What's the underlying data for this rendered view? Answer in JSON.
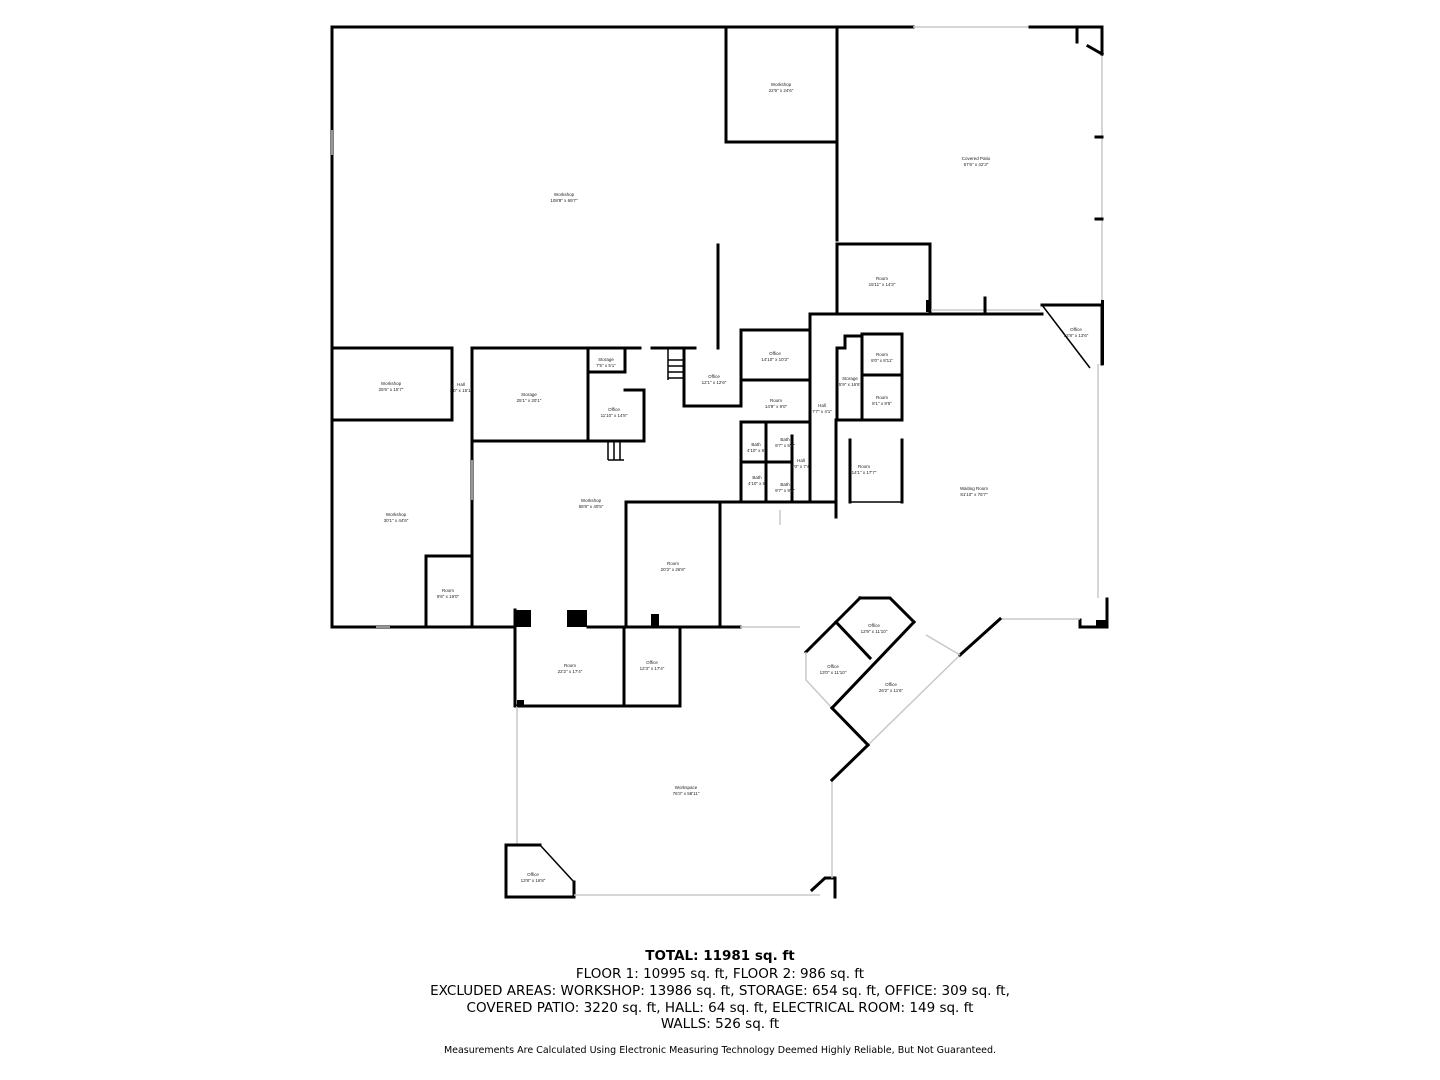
{
  "rooms": [
    {
      "name": "Workshop",
      "dims": "22'9\" x 24'6\""
    },
    {
      "name": "Covered Patio",
      "dims": "57'6\" x 42'3\""
    },
    {
      "name": "Workshop",
      "dims": "108'8\" x 69'7\""
    },
    {
      "name": "Room",
      "dims": "15'11\" x 14'3\""
    },
    {
      "name": "Office",
      "dims": "12'8\" x 13'6\""
    },
    {
      "name": "Workshop",
      "dims": "25'6\" x 15'7\""
    },
    {
      "name": "Hall",
      "dims": "3'0\" x 15'1\""
    },
    {
      "name": "Storage",
      "dims": "25'1\" x 20'1\""
    },
    {
      "name": "Storage",
      "dims": "7'5\" x 5'1\""
    },
    {
      "name": "Office",
      "dims": "11'10\" x 14'8\""
    },
    {
      "name": "Office",
      "dims": "12'1\" x 12'6\""
    },
    {
      "name": "Office",
      "dims": "14'10\" x 10'3\""
    },
    {
      "name": "Room",
      "dims": "14'9\" x 9'0\""
    },
    {
      "name": "Storage",
      "dims": "5'9\" x 16'6\""
    },
    {
      "name": "Room",
      "dims": "8'0\" x 8'11\""
    },
    {
      "name": "Room",
      "dims": "8'1\" x 9'5\""
    },
    {
      "name": "Hall",
      "dims": "7'7\" x 4'1\""
    },
    {
      "name": "Bath",
      "dims": "4'10\" x 8'"
    },
    {
      "name": "Bath",
      "dims": "9'7\" x 5'8\""
    },
    {
      "name": "Hall",
      "dims": "4'0\" x 7'4\""
    },
    {
      "name": "Bath",
      "dims": "4'10\" x 8'"
    },
    {
      "name": "Bath",
      "dims": "9'7\" x 9'6\""
    },
    {
      "name": "Room",
      "dims": "14'1\" x 17'7\""
    },
    {
      "name": "Waiting Room",
      "dims": "81'10\" x 75'7\""
    },
    {
      "name": "Workshop",
      "dims": "30'1\" x 44'6\""
    },
    {
      "name": "Room",
      "dims": "9'8\" x 19'0\""
    },
    {
      "name": "Workshop",
      "dims": "58'8\" x 40'5\""
    },
    {
      "name": "Room",
      "dims": "20'3\" x 26'8\""
    },
    {
      "name": "Room",
      "dims": "22'2\" x 17'4\""
    },
    {
      "name": "Office",
      "dims": "12'3\" x 17'4\""
    },
    {
      "name": "Office",
      "dims": "12'9\" x 11'10\""
    },
    {
      "name": "Office",
      "dims": "13'0\" x 11'10\""
    },
    {
      "name": "Office",
      "dims": "26'2\" x 11'6\""
    },
    {
      "name": "Workspace",
      "dims": "76'3\" x 58'11\""
    },
    {
      "name": "Office",
      "dims": "13'8\" x 16'8\""
    }
  ],
  "summary": {
    "total": "TOTAL: 11981 sq. ft",
    "line1": "FLOOR 1: 10995 sq. ft, FLOOR 2: 986 sq. ft",
    "line2": "EXCLUDED AREAS: WORKSHOP: 13986 sq. ft, STORAGE: 654 sq. ft, OFFICE: 309 sq. ft,",
    "line3": "COVERED PATIO: 3220 sq. ft, HALL: 64 sq. ft, ELECTRICAL ROOM: 149 sq. ft",
    "line4": "WALLS: 526 sq. ft",
    "disclaimer": "Measurements Are Calculated Using Electronic Measuring Technology Deemed Highly Reliable, But Not Guaranteed."
  }
}
